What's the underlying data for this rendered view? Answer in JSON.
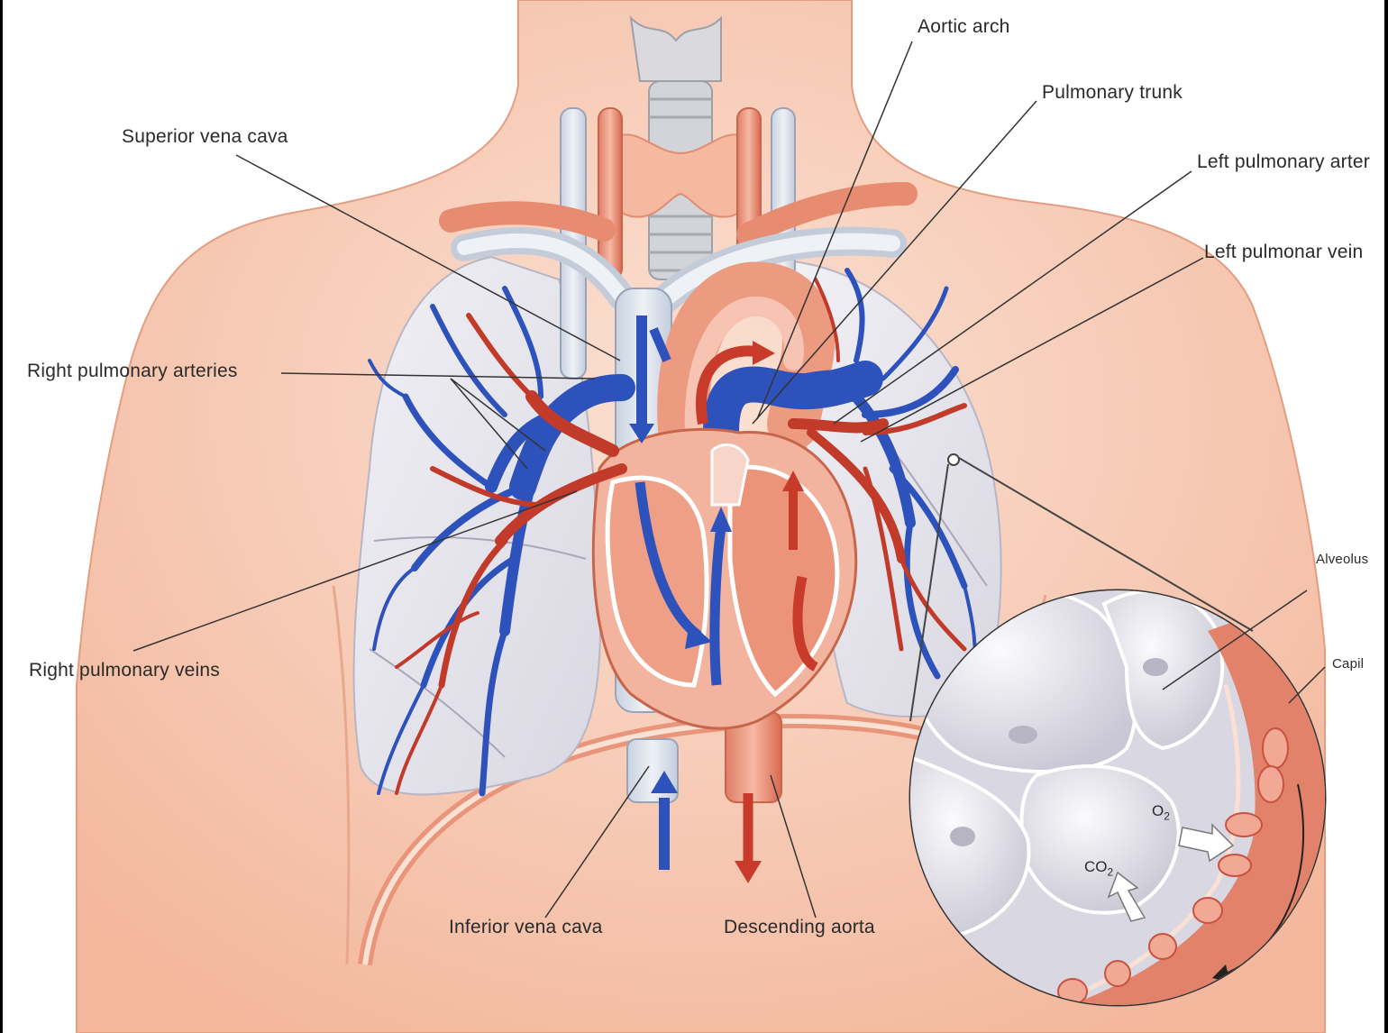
{
  "labels": {
    "aortic_arch": "Aortic arch",
    "pulmonary_trunk": "Pulmonary trunk",
    "superior_vena_cava": "Superior vena cava",
    "left_pulmonary_artery": "Left pulmonary arter",
    "left_pulmonary_vein": "Left pulmonar vein",
    "right_pulmonary_arteries": "Right pulmonary arteries",
    "right_pulmonary_veins": "Right pulmonary veins",
    "inferior_vena_cava": "Inferior vena cava",
    "descending_aorta": "Descending aorta",
    "alveolus": "Alveolus",
    "capillary": "Capil"
  },
  "gases": {
    "o2_main": "O",
    "o2_sub": "2",
    "co2_main": "CO",
    "co2_sub": "2"
  },
  "colors": {
    "skin": "#f6c8b2",
    "skin_edge": "#d98a6c",
    "vein_blue": "#2e4fb5",
    "artery_red": "#c23a2a",
    "pale_vessel": "#dde3ec",
    "lung": "#e7e6ec",
    "heart": "#f0a58c",
    "alveolus": "#e9e8ee"
  }
}
